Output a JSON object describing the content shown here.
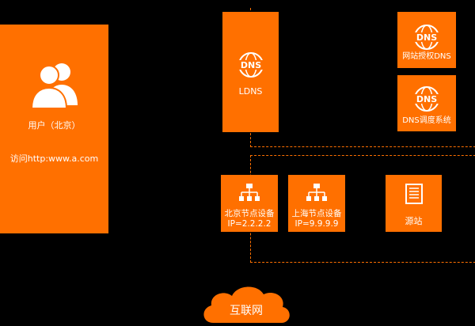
{
  "user": {
    "title": "用户（北京）",
    "access": "访问http:www.a.com",
    "icon": "users-icon"
  },
  "ldns": {
    "label": "LDNS",
    "icon": "dns-icon",
    "icon_text": "DNS"
  },
  "auth_dns": {
    "label": "网站授权DNS",
    "icon": "dns-icon",
    "icon_text": "DNS"
  },
  "dns_sched": {
    "label": "DNS调度系统",
    "icon": "dns-icon",
    "icon_text": "DNS"
  },
  "node_bj": {
    "line1": "北京节点设备",
    "line2": "IP=2.2.2.2",
    "icon": "network-icon"
  },
  "node_sh": {
    "line1": "上海节点设备",
    "line2": "IP=9.9.9.9",
    "icon": "network-icon"
  },
  "origin": {
    "label": "源站",
    "icon": "document-icon"
  },
  "internet": {
    "label": "互联网",
    "icon": "cloud-icon"
  },
  "colors": {
    "accent": "#FF7000",
    "background": "#000000",
    "text": "#FFFFFF"
  }
}
